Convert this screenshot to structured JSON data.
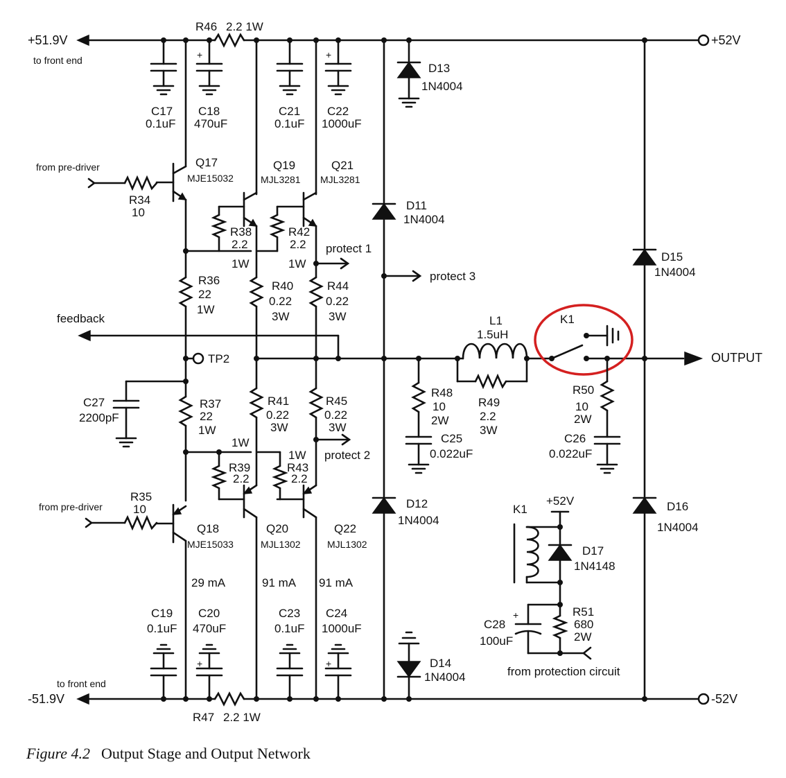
{
  "rails": {
    "pos_left": "+51.9V",
    "pos_left_note": "to front end",
    "neg_left": "-51.9V",
    "neg_left_note": "to front end",
    "pos_right": "+52V",
    "neg_right": "-52V"
  },
  "signals": {
    "from_pre_top": "from pre-driver",
    "from_pre_bottom": "from pre-driver",
    "feedback": "feedback",
    "protect1": "protect 1",
    "protect2": "protect 2",
    "protect3": "protect 3",
    "output": "OUTPUT",
    "tp2": "TP2",
    "from_protection": "from protection circuit"
  },
  "components": {
    "R46": {
      "name": "R46",
      "value": "2.2  1W"
    },
    "R47": {
      "name": "R47",
      "value": "2.2  1W"
    },
    "C17": {
      "name": "C17",
      "value": "0.1uF"
    },
    "C18": {
      "name": "C18",
      "value": "470uF"
    },
    "C21": {
      "name": "C21",
      "value": "0.1uF"
    },
    "C22": {
      "name": "C22",
      "value": "1000uF"
    },
    "C19": {
      "name": "C19",
      "value": "0.1uF"
    },
    "C20": {
      "name": "C20",
      "value": "470uF"
    },
    "C23": {
      "name": "C23",
      "value": "0.1uF"
    },
    "C24": {
      "name": "C24",
      "value": "1000uF"
    },
    "D13": {
      "name": "D13",
      "value": "1N4004"
    },
    "D14": {
      "name": "D14",
      "value": "1N4004"
    },
    "D11": {
      "name": "D11",
      "value": "1N4004"
    },
    "D12": {
      "name": "D12",
      "value": "1N4004"
    },
    "D15": {
      "name": "D15",
      "value": "1N4004"
    },
    "D16": {
      "name": "D16",
      "value": "1N4004"
    },
    "D17": {
      "name": "D17",
      "value": "1N4148"
    },
    "Q17": {
      "name": "Q17",
      "value": "MJE15032"
    },
    "Q18": {
      "name": "Q18",
      "value": "MJE15033"
    },
    "Q19": {
      "name": "Q19",
      "value": "MJL3281"
    },
    "Q20": {
      "name": "Q20",
      "value": "MJL1302"
    },
    "Q21": {
      "name": "Q21",
      "value": "MJL3281"
    },
    "Q22": {
      "name": "Q22",
      "value": "MJL1302"
    },
    "R34": {
      "name": "R34",
      "value": "10"
    },
    "R35": {
      "name": "R35",
      "value": "10"
    },
    "R38": {
      "name": "R38",
      "value": "2.2",
      "power": "1W"
    },
    "R42": {
      "name": "R42",
      "value": "2.2",
      "power": "1W"
    },
    "R39": {
      "name": "R39",
      "value": "2.2",
      "power": "1W"
    },
    "R43": {
      "name": "R43",
      "value": "2.2",
      "power": "1W"
    },
    "R36": {
      "name": "R36",
      "value": "22",
      "power": "1W"
    },
    "R37": {
      "name": "R37",
      "value": "22",
      "power": "1W"
    },
    "R40": {
      "name": "R40",
      "value": "0.22",
      "power": "3W"
    },
    "R44": {
      "name": "R44",
      "value": "0.22",
      "power": "3W"
    },
    "R41": {
      "name": "R41",
      "value": "0.22",
      "power": "3W"
    },
    "R45": {
      "name": "R45",
      "value": "0.22",
      "power": "3W"
    },
    "C27": {
      "name": "C27",
      "value": "2200pF"
    },
    "L1": {
      "name": "L1",
      "value": "1.5uH"
    },
    "R49": {
      "name": "R49",
      "value": "2.2",
      "power": "3W"
    },
    "R48": {
      "name": "R48",
      "value": "10",
      "power": "2W"
    },
    "C25": {
      "name": "C25",
      "value": "0.022uF"
    },
    "R50": {
      "name": "R50",
      "value": "10",
      "power": "2W"
    },
    "C26": {
      "name": "C26",
      "value": "0.022uF"
    },
    "K1": {
      "name": "K1"
    },
    "K1coil": {
      "name": "K1",
      "supply": "+52V"
    },
    "C28": {
      "name": "C28",
      "value": "100uF"
    },
    "R51": {
      "name": "R51",
      "value": "680",
      "power": "2W"
    }
  },
  "currents": {
    "q18": "29 mA",
    "q20": "91 mA",
    "q22": "91 mA"
  },
  "caption": {
    "fig": "Figure 4.2",
    "title": "Output Stage and Output Network"
  },
  "colors": {
    "ink": "#111111",
    "highlight": "#d42020"
  }
}
